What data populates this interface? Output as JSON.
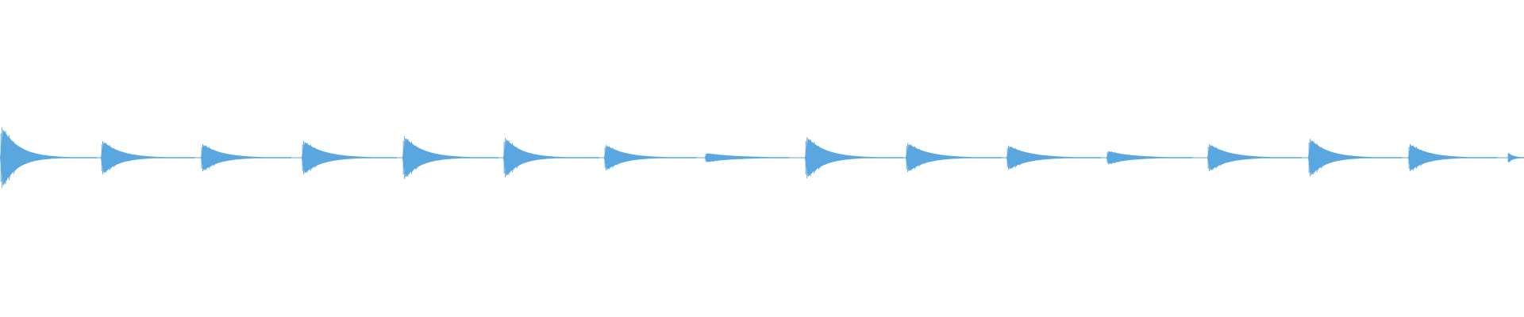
{
  "waveform": {
    "color": "#5aa7e0",
    "baseline_color": "#5aa7e0",
    "background": "#ffffff",
    "segments": [
      {
        "peak": 1.0,
        "decay": 0.18
      },
      {
        "peak": 0.55,
        "decay": 0.2
      },
      {
        "peak": 0.45,
        "decay": 0.22
      },
      {
        "peak": 0.55,
        "decay": 0.22
      },
      {
        "peak": 0.7,
        "decay": 0.2
      },
      {
        "peak": 0.65,
        "decay": 0.18
      },
      {
        "peak": 0.42,
        "decay": 0.22
      },
      {
        "peak": 0.15,
        "decay": 0.4
      },
      {
        "peak": 0.68,
        "decay": 0.2
      },
      {
        "peak": 0.48,
        "decay": 0.22
      },
      {
        "peak": 0.4,
        "decay": 0.24
      },
      {
        "peak": 0.22,
        "decay": 0.3
      },
      {
        "peak": 0.45,
        "decay": 0.22
      },
      {
        "peak": 0.62,
        "decay": 0.2
      },
      {
        "peak": 0.45,
        "decay": 0.22
      },
      {
        "peak": 0.15,
        "decay": 0.4
      }
    ]
  }
}
